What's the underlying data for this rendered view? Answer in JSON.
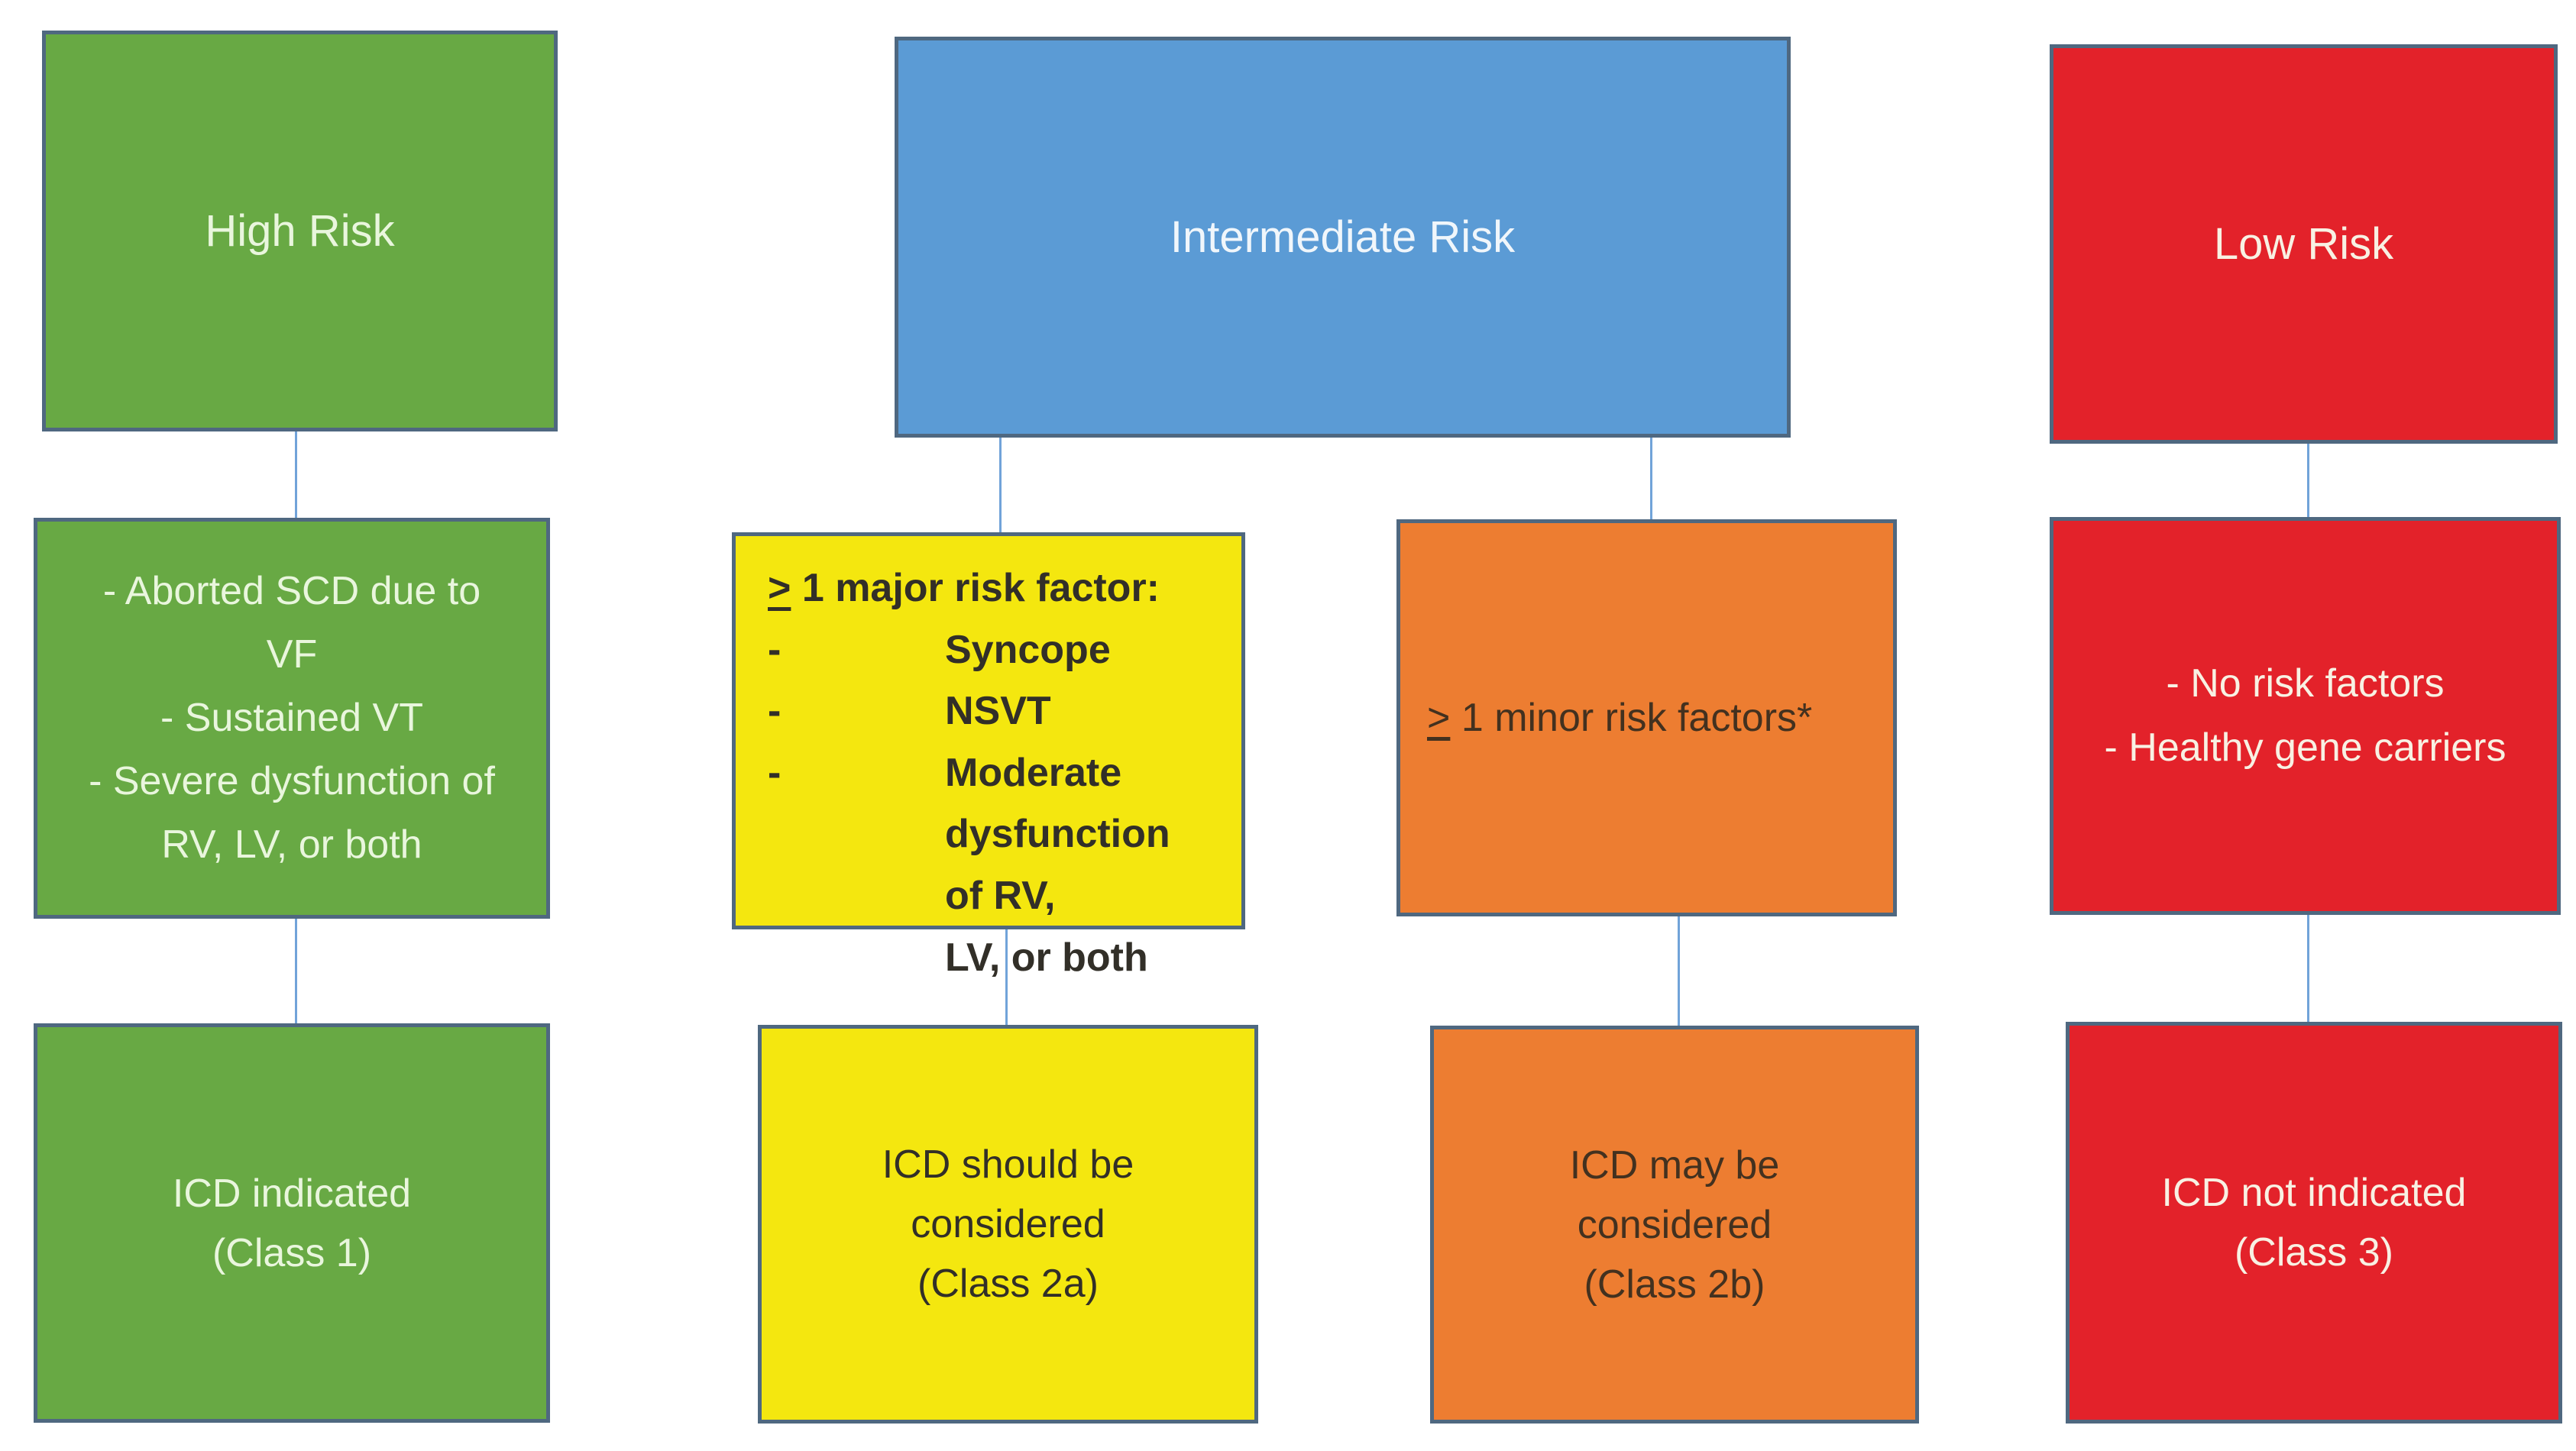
{
  "palette": {
    "green": "#68a944",
    "green_text": "#e9f6dd",
    "blue": "#5b9bd5",
    "blue_text": "#f0f6fb",
    "yellow": "#f4e70f",
    "yellow_text": "#322f28",
    "orange": "#ed7d31",
    "orange_text": "#43311f",
    "red": "#e3222a",
    "red_text": "#f8f1e3",
    "border": "#4f6880",
    "connector": "#71a3d9"
  },
  "columns": {
    "high": {
      "top_label": "High Risk",
      "criteria": "- Aborted SCD due to\nVF\n- Sustained VT\n- Severe dysfunction of\nRV, LV, or both",
      "outcome": "ICD indicated\n(Class 1)"
    },
    "intermediate": {
      "top_label": "Intermediate Risk"
    },
    "major": {
      "criteria_symbol": ">",
      "criteria_heading": " 1 major risk factor:",
      "criteria_items": [
        {
          "bullet": "-",
          "text": "Syncope"
        },
        {
          "bullet": "-",
          "text": "NSVT"
        },
        {
          "bullet": "-",
          "text": "Moderate\ndysfunction of RV,\nLV, or both"
        }
      ],
      "outcome": "ICD should be\nconsidered\n(Class 2a)"
    },
    "minor": {
      "criteria_symbol": ">",
      "criteria_text": " 1 minor risk factors*",
      "outcome": "ICD may be\nconsidered\n(Class 2b)"
    },
    "low": {
      "top_label": "Low Risk",
      "criteria": "- No risk factors\n- Healthy gene carriers",
      "outcome": "ICD not indicated\n(Class 3)"
    }
  }
}
